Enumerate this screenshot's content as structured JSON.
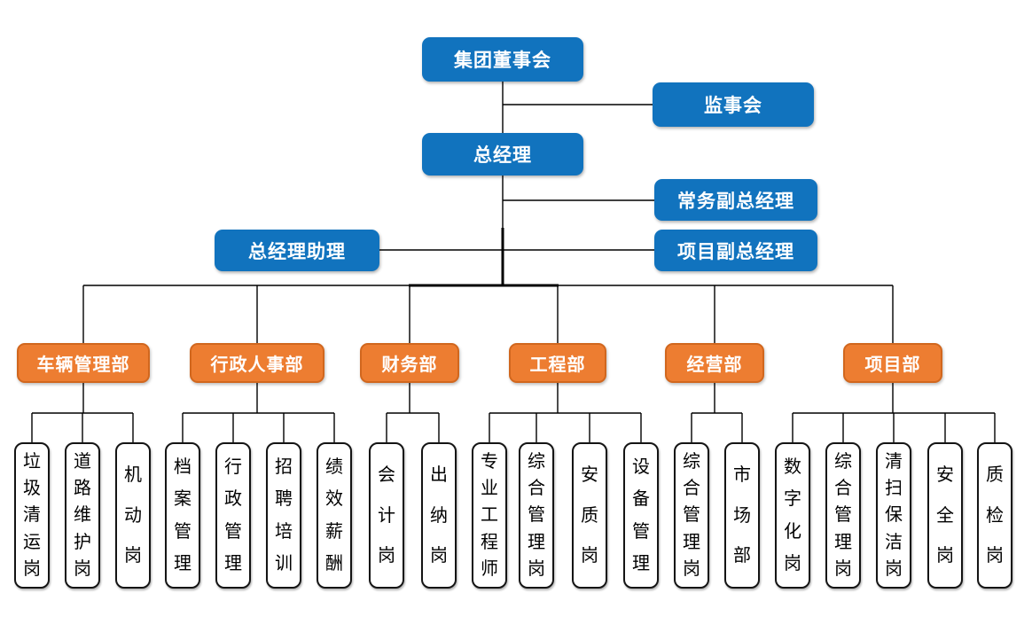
{
  "org_chart": {
    "top_levels": {
      "board": "集团董事会",
      "supervisory_board": "监事会",
      "general_manager": "总经理",
      "executive_deputy_gm": "常务副总经理",
      "gm_assistant": "总经理助理",
      "project_deputy_gm": "项目副总经理"
    },
    "departments": [
      {
        "label": "车辆管理部",
        "positions": [
          "垃圾清运岗",
          "道路维护岗",
          "机动岗"
        ]
      },
      {
        "label": "行政人事部",
        "positions": [
          "档案管理",
          "行政管理",
          "招聘培训",
          "绩效薪酬"
        ]
      },
      {
        "label": "财务部",
        "positions": [
          "会计岗",
          "出纳岗"
        ]
      },
      {
        "label": "工程部",
        "positions": [
          "专业工程师",
          "综合管理岗",
          "安质岗",
          "设备管理"
        ]
      },
      {
        "label": "经营部",
        "positions": [
          "综合管理岗",
          "市场部"
        ]
      },
      {
        "label": "项目部",
        "positions": [
          "数字化岗",
          "综合管理岗",
          "清扫保洁岗",
          "安全岗",
          "质检岗"
        ]
      }
    ],
    "colors": {
      "level_box_blue": "#1173BE",
      "dept_box_orange": "#ED7D31",
      "dept_box_border": "#D1671E",
      "connector_line": "#000000"
    }
  }
}
